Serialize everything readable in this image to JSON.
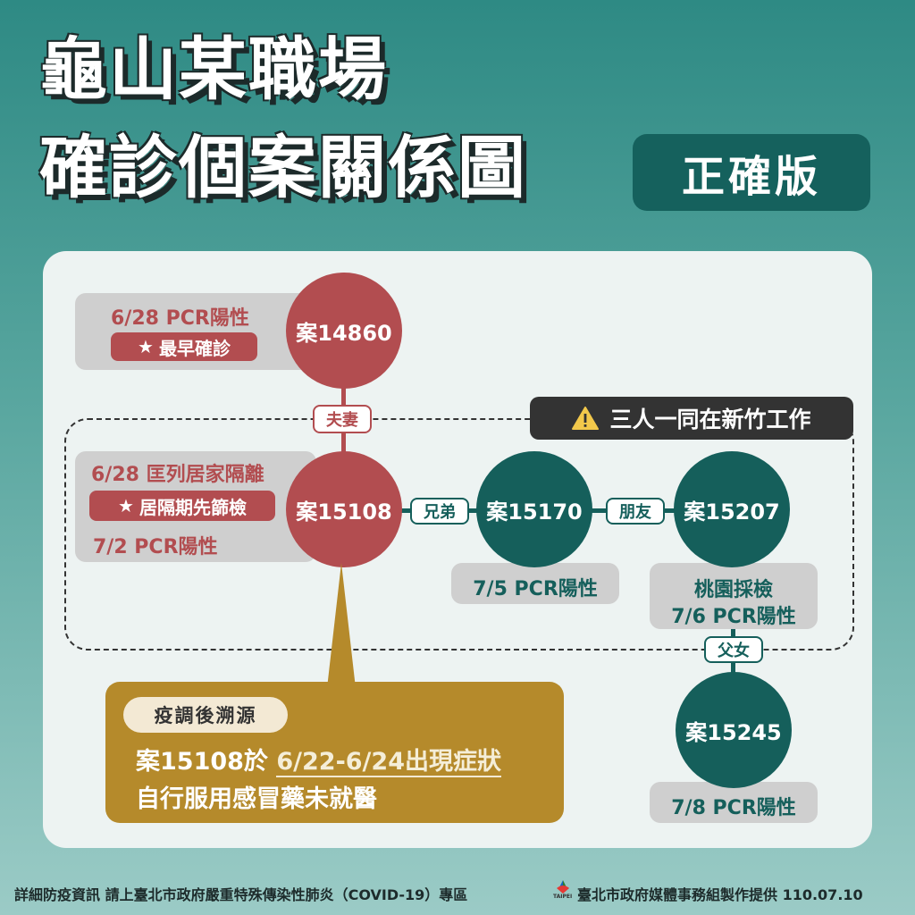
{
  "title": {
    "line1": "龜山某職場",
    "line2": "確診個案關係圖",
    "badge": "正確版"
  },
  "warning": {
    "icon": "warning-icon",
    "text": "三人一同在新竹工作"
  },
  "cases": {
    "c14860": {
      "label": "案14860",
      "color": "#b24d50",
      "note1": "6/28 PCR陽性",
      "tag": "最早確診",
      "tag_icon": "star-icon"
    },
    "c15108": {
      "label": "案15108",
      "color": "#b24d50",
      "note1": "6/28 匡列居家隔離",
      "tag": "居隔期先篩檢",
      "tag_icon": "star-icon",
      "note2": "7/2 PCR陽性"
    },
    "c15170": {
      "label": "案15170",
      "color": "#155f5b",
      "note1": "7/5 PCR陽性"
    },
    "c15207": {
      "label": "案15207",
      "color": "#155f5b",
      "note1": "桃園採檢",
      "note2": "7/6 PCR陽性"
    },
    "c15245": {
      "label": "案15245",
      "color": "#155f5b",
      "note1": "7/8 PCR陽性"
    }
  },
  "relations": {
    "spouse": "夫妻",
    "brothers": "兄弟",
    "friends": "朋友",
    "father_daughter": "父女"
  },
  "callout": {
    "tag": "疫調後溯源",
    "line1_a": "案15108於",
    "line1_b": "6/22-6/24出現症狀",
    "line2": "自行服用感冒藥未就醫"
  },
  "footer": {
    "left": "詳細防疫資訊 請上臺北市政府嚴重特殊傳染性肺炎（COVID-19）專區",
    "logo_text": "TAIPEI",
    "right": "臺北市政府媒體事務組製作提供 110.07.10"
  }
}
